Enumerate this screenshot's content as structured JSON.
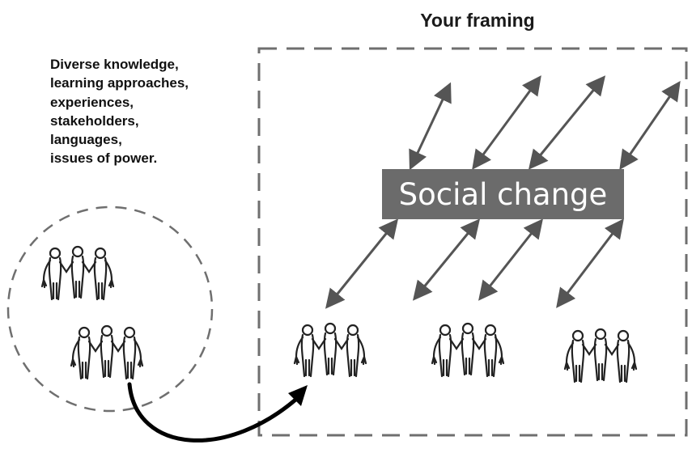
{
  "frame": {
    "title": "Your framing",
    "concept_label": "Social change"
  },
  "context": {
    "lines": [
      "Diverse knowledge,",
      "learning approaches,",
      "experiences,",
      "stakeholders,",
      "languages,",
      "issues of power."
    ]
  },
  "colors": {
    "ink": "#2a2a2a",
    "dash": "#6f6f6f",
    "concept_box": "#6b6b6b",
    "concept_text": "#ffffff"
  },
  "figures": {
    "left_group_count": 2,
    "framed_group_count": 3,
    "people_per_group": 3,
    "double_arrow_count": 8
  }
}
